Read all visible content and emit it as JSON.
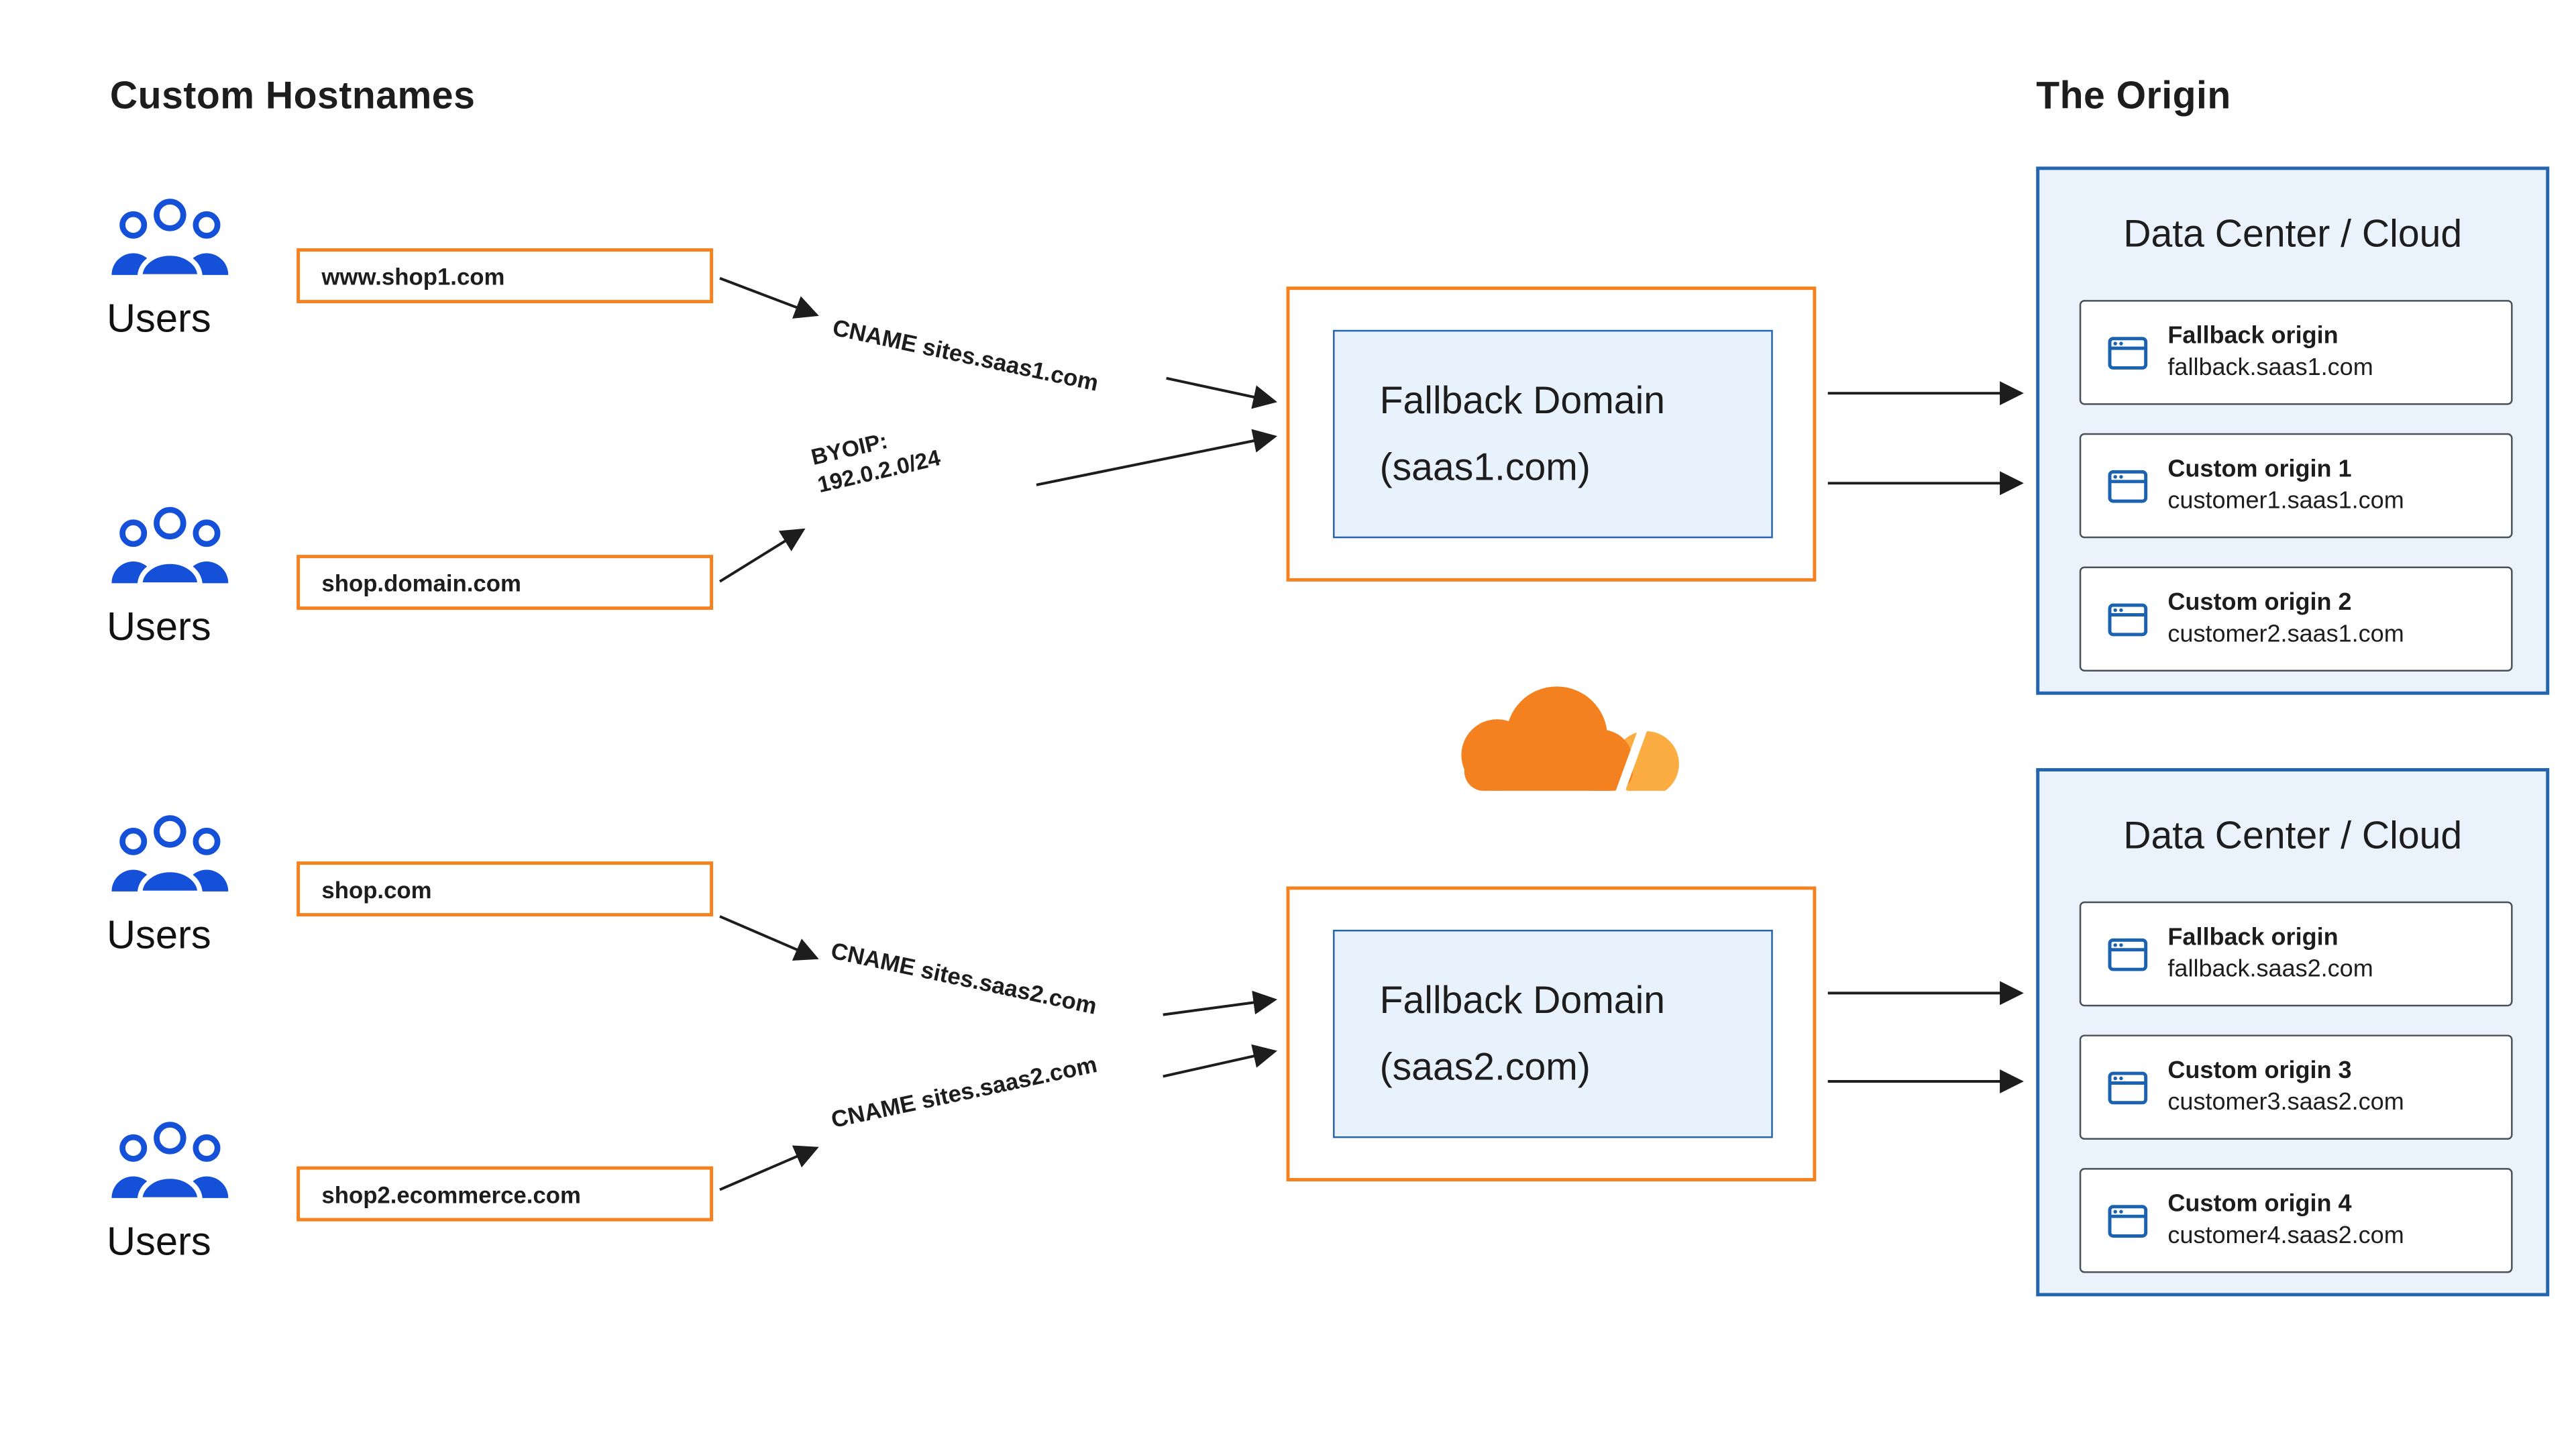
{
  "headers": {
    "custom_hostnames": "Custom Hostnames",
    "the_origin": "The Origin"
  },
  "users": {
    "label": "Users"
  },
  "hostnames": [
    "www.shop1.com",
    "shop.domain.com",
    "shop.com",
    "shop2.ecommerce.com"
  ],
  "arrow_labels": {
    "cname_saas1": "CNAME sites.saas1.com",
    "byoip_line1": "BYOIP:",
    "byoip_line2": "192.0.2.0/24",
    "cname_saas2_upper": "CNAME sites.saas2.com",
    "cname_saas2_lower": "CNAME sites.saas2.com"
  },
  "fallback_domains": [
    {
      "title": "Fallback Domain",
      "domain": "(saas1.com)"
    },
    {
      "title": "Fallback Domain",
      "domain": "(saas2.com)"
    }
  ],
  "data_centers": [
    {
      "title": "Data Center / Cloud",
      "origins": [
        {
          "name": "Fallback origin",
          "host": "fallback.saas1.com"
        },
        {
          "name": "Custom origin 1",
          "host": "customer1.saas1.com"
        },
        {
          "name": "Custom origin 2",
          "host": "customer2.saas1.com"
        }
      ]
    },
    {
      "title": "Data Center / Cloud",
      "origins": [
        {
          "name": "Fallback origin",
          "host": "fallback.saas2.com"
        },
        {
          "name": "Custom origin 3",
          "host": "customer3.saas2.com"
        },
        {
          "name": "Custom origin 4",
          "host": "customer4.saas2.com"
        }
      ]
    }
  ],
  "colors": {
    "orange_border": "#f6821f",
    "cloudflare_orange": "#f48120",
    "cloudflare_light_orange": "#fbad41",
    "blue_border": "#2565ae",
    "icon_blue": "#1450d8",
    "datacenter_bg": "#eaf3fb",
    "fallback_inner_bg": "#e8f2fc",
    "text": "#1d1d1d"
  }
}
